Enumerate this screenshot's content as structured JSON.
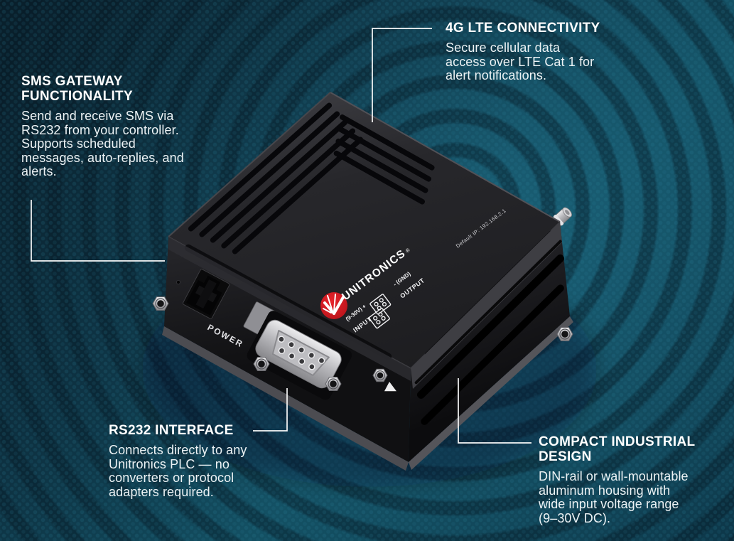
{
  "callouts": {
    "sms": {
      "title": "SMS GATEWAY\nFUNCTIONALITY",
      "body": "Send and receive SMS via\nRS232 from your controller.\nSupports scheduled\nmessages, auto-replies, and\nalerts."
    },
    "lte": {
      "title": "4G LTE CONNECTIVITY",
      "body": "Secure cellular data\naccess over LTE Cat 1 for\nalert notifications."
    },
    "rs232": {
      "title": "RS232 INTERFACE",
      "body": "Connects directly to any\nUnitronics PLC — no\nconverters or protocol\nadapters required."
    },
    "compact": {
      "title": "COMPACT INDUSTRIAL\nDESIGN",
      "body": "DIN-rail or wall-mountable\naluminum housing with\nwide input voltage range\n(9–30V DC)."
    }
  },
  "device": {
    "brand": "UNITRONICS",
    "brand_reg": "®",
    "power_label": "POWER",
    "default_ip": "Default IP: 192.168.2.1",
    "input_label_line1": "(9-30V) +",
    "input_label_line2": "INPUT",
    "output_label_line1": "- (GND)",
    "output_label_line2": "OUTPUT"
  },
  "colors": {
    "background_teal": "#135063",
    "background_navy": "#0c2b3a",
    "accent_red": "#d71920",
    "text_white": "#ffffff",
    "callout_line": "#fafafa",
    "device_black": "#1c1c1f"
  }
}
